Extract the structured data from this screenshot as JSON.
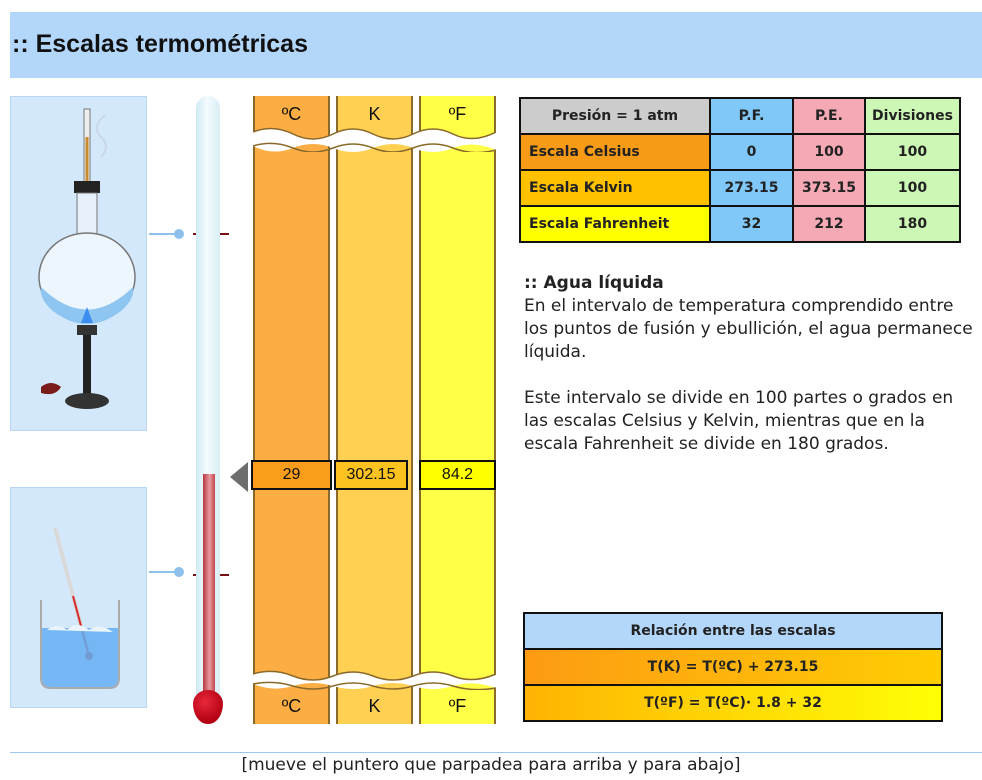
{
  "header": {
    "title": ":: Escalas termométricas"
  },
  "colors": {
    "header_bg": "#b3d6fb",
    "celsius": "#fcae44",
    "kelvin": "#ffd052",
    "fahrenheit": "#ffff47",
    "pf": "#7fc8f8",
    "pe": "#f4a9b4",
    "divisiones": "#ccf7b4",
    "mercury": "#c4434c"
  },
  "scales": [
    {
      "head": "ºC",
      "foot": "ºC",
      "value": "29"
    },
    {
      "head": "K",
      "foot": "K",
      "value": "302.15"
    },
    {
      "head": "ºF",
      "foot": "ºF",
      "value": "84.2"
    }
  ],
  "table": {
    "headers": [
      "Presión = 1 atm",
      "P.F.",
      "P.E.",
      "Divisiones"
    ],
    "rows": [
      {
        "label": "Escala Celsius",
        "pf": "0",
        "pe": "100",
        "div": "100"
      },
      {
        "label": "Escala Kelvin",
        "pf": "273.15",
        "pe": "373.15",
        "div": "100"
      },
      {
        "label": "Escala Fahrenheit",
        "pf": "32",
        "pe": "212",
        "div": "180"
      }
    ]
  },
  "info": {
    "title": ":: Agua líquida",
    "para1": "En el intervalo de temperatura comprendido entre los puntos de fusión y ebullición, el agua permanece líquida.",
    "para2": "Este intervalo se divide en 100 partes o grados en las escalas Celsius y Kelvin, mientras que en la escala Fahrenheit se divide en 180 grados."
  },
  "relation": {
    "title": "Relación entre las escalas",
    "eq1": "T(K) = T(ºC) + 273.15",
    "eq2": "T(ºF) = T(ºC)· 1.8 + 32"
  },
  "footer": {
    "hint": "[mueve el puntero que parpadea para arriba y para abajo]"
  }
}
